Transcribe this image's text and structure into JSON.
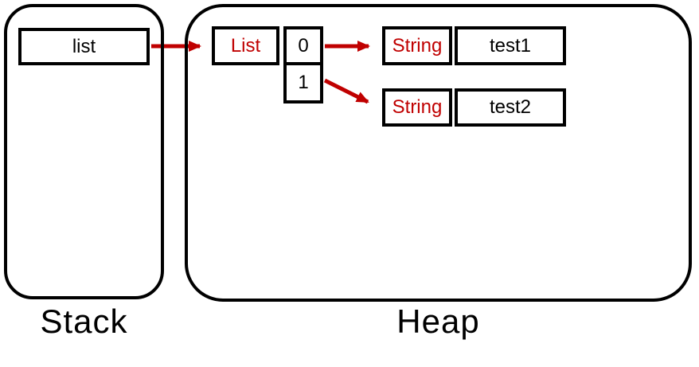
{
  "colors": {
    "accent_red": "#c00000",
    "line_black": "#000000",
    "background": "#ffffff"
  },
  "stack": {
    "label": "Stack",
    "variable_box": {
      "name": "list"
    }
  },
  "heap": {
    "label": "Heap",
    "list_object": {
      "type_label": "List",
      "indices": [
        "0",
        "1"
      ]
    },
    "string_objects": [
      {
        "type_label": "String",
        "value": "test1"
      },
      {
        "type_label": "String",
        "value": "test2"
      }
    ]
  },
  "connections": [
    {
      "from": "stack-variable-list",
      "to": "heap-list-object"
    },
    {
      "from": "list-index-0",
      "to": "string-object-test1"
    },
    {
      "from": "list-index-1",
      "to": "string-object-test2"
    }
  ]
}
